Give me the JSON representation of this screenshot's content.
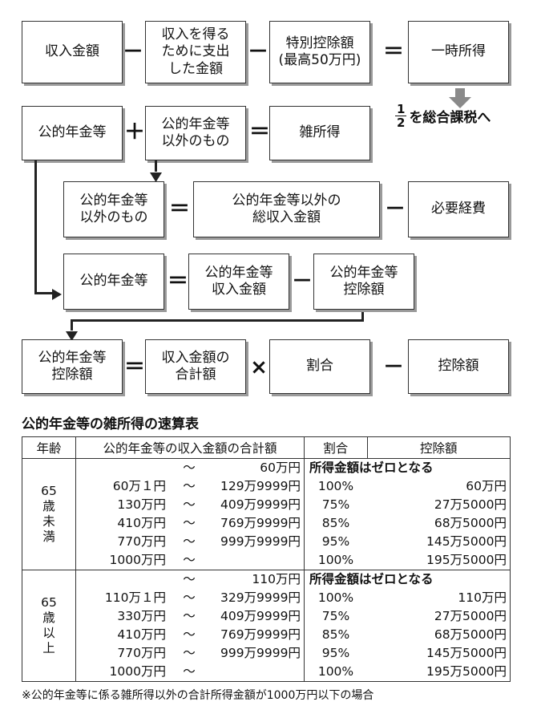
{
  "row1": {
    "box1": "収入金額",
    "op1": "－",
    "box2": "収入を得る\nために支出\nした金額",
    "op2": "－",
    "box3": "特別控除額\n(最高50万円)",
    "op3": "＝",
    "box4": "一時所得"
  },
  "half_note": {
    "numerator": "1",
    "denominator": "2",
    "text": "を総合課税へ"
  },
  "row2": {
    "box1": "公的年金等",
    "op1": "＋",
    "box2": "公的年金等\n以外のもの",
    "op2": "＝",
    "box3": "雑所得"
  },
  "row3": {
    "box1": "公的年金等\n以外のもの",
    "op1": "＝",
    "box2": "公的年金等以外の\n総収入金額",
    "op2": "－",
    "box3": "必要経費"
  },
  "row4": {
    "box1": "公的年金等",
    "op1": "＝",
    "box2": "公的年金等\n収入金額",
    "op2": "－",
    "box3": "公的年金等\n控除額"
  },
  "row5": {
    "box1": "公的年金等\n控除額",
    "op1": "＝",
    "box2": "収入金額の\n合計額",
    "op2": "×",
    "box3": "割合",
    "op3": "－",
    "box4": "控除額"
  },
  "table": {
    "title": "公的年金等の雑所得の速算表",
    "headers": [
      "年齢",
      "公的年金等の収入金額の合計額",
      "割合",
      "控除額"
    ],
    "groups": [
      {
        "age": "65\n歳\n未\n満",
        "rows": [
          {
            "from": "",
            "tilde": "～",
            "to": "60万円",
            "rate": "",
            "deduction": "",
            "note": "所得金額はゼロとなる"
          },
          {
            "from": "60万１円",
            "tilde": "～",
            "to": "129万9999円",
            "rate": "100%",
            "deduction": "60万円",
            "note": ""
          },
          {
            "from": "130万円",
            "tilde": "～",
            "to": "409万9999円",
            "rate": "75%",
            "deduction": "27万5000円",
            "note": ""
          },
          {
            "from": "410万円",
            "tilde": "～",
            "to": "769万9999円",
            "rate": "85%",
            "deduction": "68万5000円",
            "note": ""
          },
          {
            "from": "770万円",
            "tilde": "～",
            "to": "999万9999円",
            "rate": "95%",
            "deduction": "145万5000円",
            "note": ""
          },
          {
            "from": "1000万円",
            "tilde": "～",
            "to": "",
            "rate": "100%",
            "deduction": "195万5000円",
            "note": ""
          }
        ]
      },
      {
        "age": "65\n歳\n以\n上",
        "rows": [
          {
            "from": "",
            "tilde": "～",
            "to": "110万円",
            "rate": "",
            "deduction": "",
            "note": "所得金額はゼロとなる"
          },
          {
            "from": "110万１円",
            "tilde": "～",
            "to": "329万9999円",
            "rate": "100%",
            "deduction": "110万円",
            "note": ""
          },
          {
            "from": "330万円",
            "tilde": "～",
            "to": "409万9999円",
            "rate": "75%",
            "deduction": "27万5000円",
            "note": ""
          },
          {
            "from": "410万円",
            "tilde": "～",
            "to": "769万9999円",
            "rate": "85%",
            "deduction": "68万5000円",
            "note": ""
          },
          {
            "from": "770万円",
            "tilde": "～",
            "to": "999万9999円",
            "rate": "95%",
            "deduction": "145万5000円",
            "note": ""
          },
          {
            "from": "1000万円",
            "tilde": "～",
            "to": "",
            "rate": "100%",
            "deduction": "195万5000円",
            "note": ""
          }
        ]
      }
    ]
  },
  "footnote": "※公的年金等に係る雑所得以外の合計所得金額が1000万円以下の場合"
}
